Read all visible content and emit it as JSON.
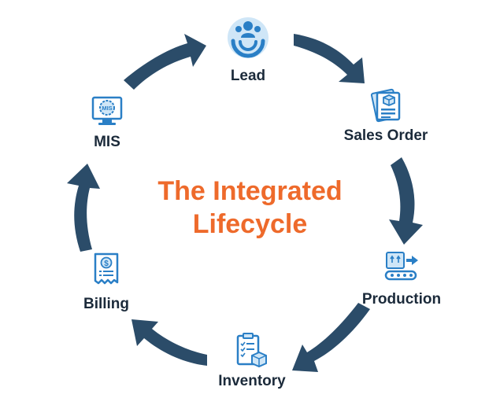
{
  "title": {
    "line1": "The Integrated",
    "line2": "Lifecycle"
  },
  "stages": [
    {
      "label": "Lead",
      "icon": "lead-icon"
    },
    {
      "label": "Sales Order",
      "icon": "sales-order-icon"
    },
    {
      "label": "Production",
      "icon": "production-icon"
    },
    {
      "label": "Inventory",
      "icon": "inventory-icon"
    },
    {
      "label": "Billing",
      "icon": "billing-icon"
    },
    {
      "label": "MIS",
      "icon": "mis-icon"
    }
  ],
  "icon_text": {
    "mis": "MIS",
    "currency": "$"
  },
  "colors": {
    "arrow": "#2b4c69",
    "icon_blue": "#2a7fc6",
    "icon_light": "#cfe6f7",
    "title": "#ee6a2b",
    "label": "#1b2a3a"
  }
}
